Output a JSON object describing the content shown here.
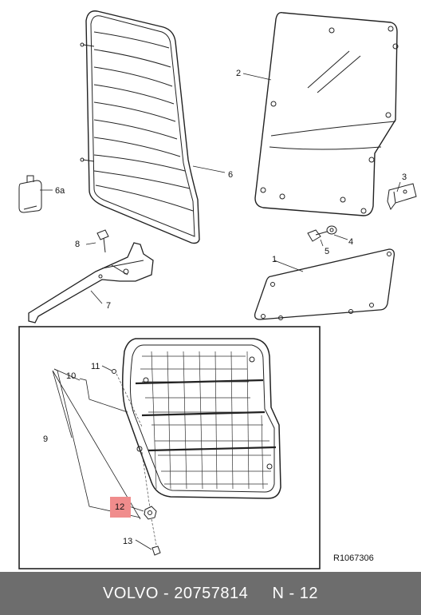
{
  "diagram": {
    "callouts": {
      "c1": "1",
      "c2": "2",
      "c3": "3",
      "c4": "4",
      "c5": "5",
      "c6": "6",
      "c6a": "6a",
      "c7": "7",
      "c8": "8",
      "c9": "9",
      "c10": "10",
      "c11": "11",
      "c12": "12",
      "c13": "13"
    },
    "highlight_color": "#f08c8c",
    "reference": "R1067306"
  },
  "footer": {
    "brand": "VOLVO",
    "sep1": " - ",
    "part_number": "20757814",
    "gap": "     ",
    "position": "N - 12"
  }
}
